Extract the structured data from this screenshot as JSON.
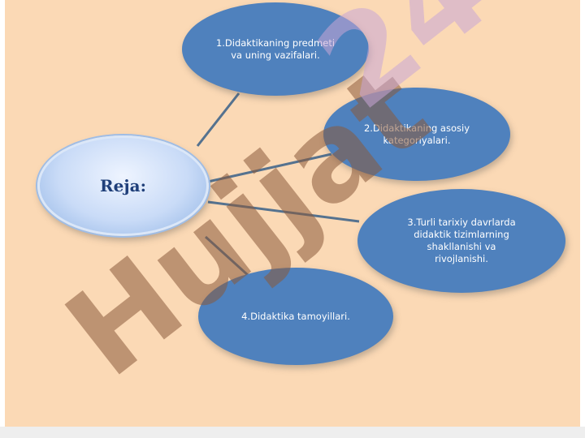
{
  "diagram": {
    "center": {
      "label": "Reja:"
    },
    "nodes": [
      {
        "label": "1.Didaktikaning predmeti\nva uning vazifalari."
      },
      {
        "label": "2.Didaktikaning asosiy\nkategoriyalari."
      },
      {
        "label": "3.Turli tarixiy davrlarda\ndidaktik tizimlarning\nshakllanishi va\nrivojlanishi."
      },
      {
        "label": "4.Didaktika tamoyillari."
      }
    ]
  },
  "watermark": {
    "text": "Hujjat 24"
  },
  "colors": {
    "background": "#fbd9b5",
    "node_fill": "#4f81bd",
    "connector": "#55728f",
    "center_text": "#1f3f7a",
    "watermark_primary": "#8a5a3a",
    "watermark_accent": "#c9a6d6"
  }
}
